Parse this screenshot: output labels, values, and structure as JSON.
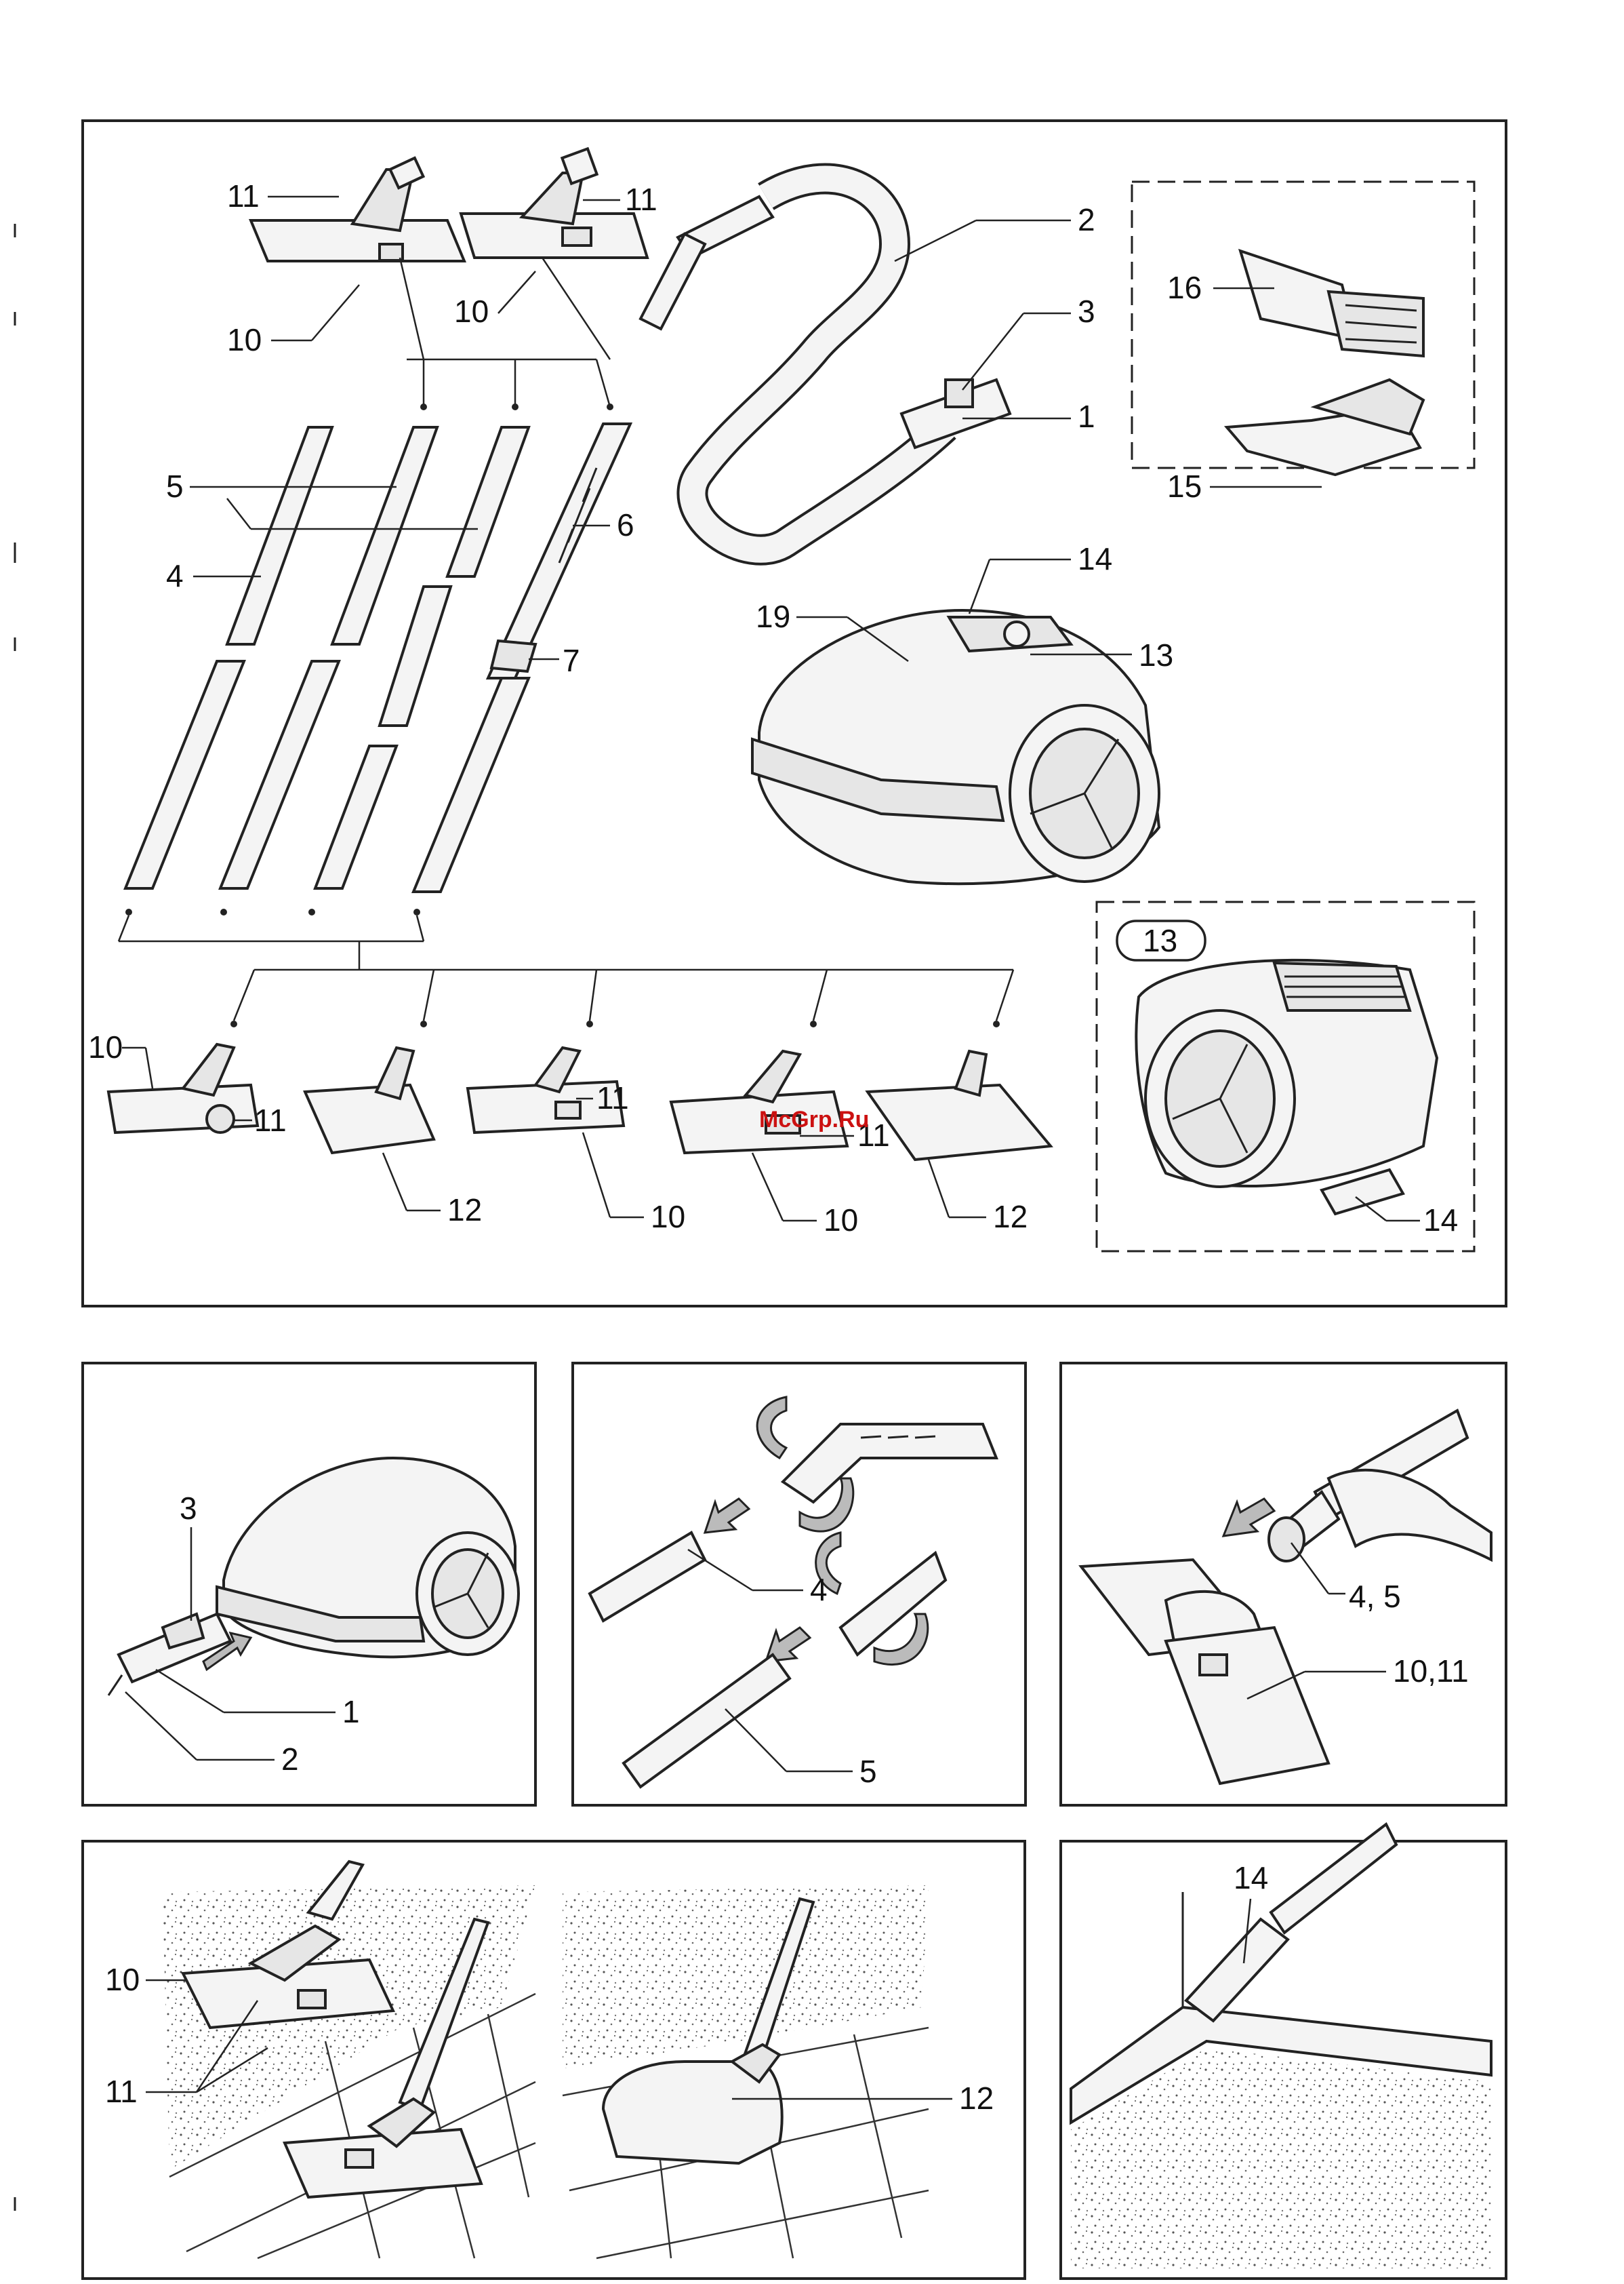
{
  "watermark": "McGrp.Ru",
  "overview": {
    "labels": {
      "nozzle_top_a_11": "11",
      "nozzle_top_a_10": "10",
      "nozzle_top_b_11": "11",
      "nozzle_top_b_10": "10",
      "hose_2": "2",
      "grip_3": "3",
      "connector_1": "1",
      "tube_5": "5",
      "tube_4": "4",
      "telescopic_6": "6",
      "slider_7": "7",
      "button_19": "19",
      "bag_indicator_14": "14",
      "control_13": "13",
      "brush_16": "16",
      "upholstery_15": "15",
      "nozzle_row_10a": "10",
      "nozzle_row_11a": "11",
      "nozzle_row_12a": "12",
      "nozzle_row_11b": "11",
      "nozzle_row_10b": "10",
      "nozzle_row_11c": "11",
      "nozzle_row_10c": "10",
      "nozzle_row_12b": "12",
      "inset_13": "13",
      "inset_14": "14"
    }
  },
  "step1": {
    "labels": {
      "grip_3": "3",
      "connector_1": "1",
      "hose_2": "2"
    }
  },
  "step2": {
    "labels": {
      "tube_4": "4",
      "tube_5": "5"
    }
  },
  "step3": {
    "labels": {
      "tubes_4_5": "4, 5",
      "nozzles_10_11": "10,11"
    }
  },
  "step4": {
    "labels": {
      "nozzle_10": "10",
      "switch_11": "11",
      "parquet_12": "12"
    }
  },
  "step5": {
    "labels": {
      "crevice_14": "14"
    }
  }
}
